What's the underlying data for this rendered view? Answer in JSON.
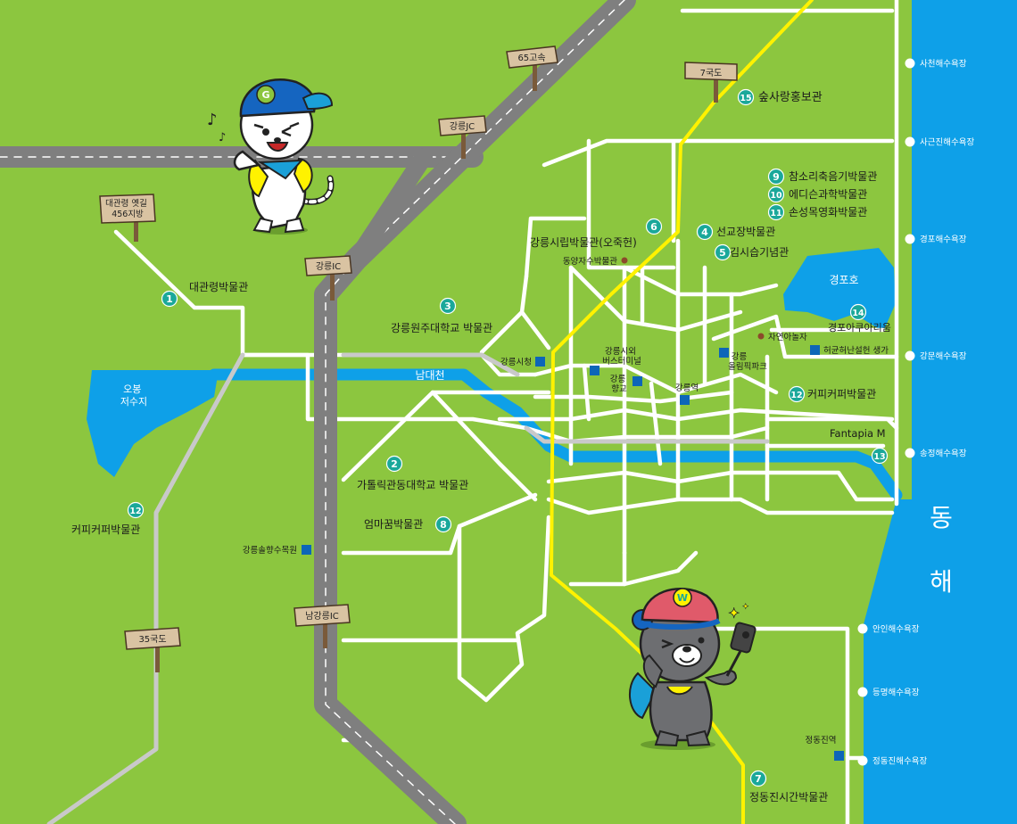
{
  "colors": {
    "land": "#8cc63f",
    "sea": "#0ea0e8",
    "road_white": "#ffffff",
    "highway": "#7f7f7f",
    "rail": "#fff200",
    "marker": "#1aa89a",
    "museum_square": "#0d66b8"
  },
  "sea": {
    "label_1": "동",
    "label_2": "해"
  },
  "water": {
    "reservoir": "오봉\n저수지",
    "lake": "경포호",
    "river": "남대천"
  },
  "signs": [
    {
      "id": "expressway",
      "text": "65고속"
    },
    {
      "id": "gangneung-jc",
      "text": "강릉JC"
    },
    {
      "id": "route7",
      "text": "7국도"
    },
    {
      "id": "daegwallyeong",
      "text": "대관령 옛길\n456지방"
    },
    {
      "id": "gangneung-ic",
      "text": "강릉IC"
    },
    {
      "id": "route35",
      "text": "35국도"
    },
    {
      "id": "namgangneung-ic",
      "text": "남강릉IC"
    }
  ],
  "museums": [
    {
      "num": "1",
      "name": "대관령박물관"
    },
    {
      "num": "2",
      "name": "가톨릭관동대학교 박물관"
    },
    {
      "num": "3",
      "name": "강릉원주대학교 박물관"
    },
    {
      "num": "4",
      "name": "선교장박물관"
    },
    {
      "num": "5",
      "name": "김시습기념관"
    },
    {
      "num": "6",
      "name": "강릉시립박물관(오죽헌)"
    },
    {
      "num": "7",
      "name": "정동진시간박물관"
    },
    {
      "num": "8",
      "name": "엄마꿈박물관"
    },
    {
      "num": "9",
      "name": "참소리축음기박물관"
    },
    {
      "num": "10",
      "name": "에디슨과학박물관"
    },
    {
      "num": "11",
      "name": "손성목영화박물관"
    },
    {
      "num": "12",
      "name": "커피커퍼박물관"
    },
    {
      "num": "12",
      "name": "커피커퍼박물관"
    },
    {
      "num": "13",
      "name": "Fantapia M"
    },
    {
      "num": "14",
      "name": "경포아쿠아리움"
    },
    {
      "num": "15",
      "name": "숲사랑홍보관"
    }
  ],
  "places": [
    {
      "name": "강릉시청"
    },
    {
      "name": "강릉시외\n버스터미널"
    },
    {
      "name": "강릉\n향교"
    },
    {
      "name": "강릉역"
    },
    {
      "name": "강릉\n올림픽파크"
    },
    {
      "name": "허균허난설헌 생가"
    },
    {
      "name": "강릉솔향수목원"
    },
    {
      "name": "정동진역"
    }
  ],
  "small_places": [
    {
      "name": "동양자수박물관"
    },
    {
      "name": "자연아놀자"
    }
  ],
  "beaches": [
    "사천해수욕장",
    "사근진해수욕장",
    "경포해수욕장",
    "강문해수욕장",
    "송정해수욕장",
    "안인해수욕장",
    "등명해수욕장",
    "정동진해수욕장"
  ],
  "mascots": {
    "tiger": {
      "cap_letter": "G"
    },
    "bear": {
      "cap_letter": "W"
    }
  }
}
